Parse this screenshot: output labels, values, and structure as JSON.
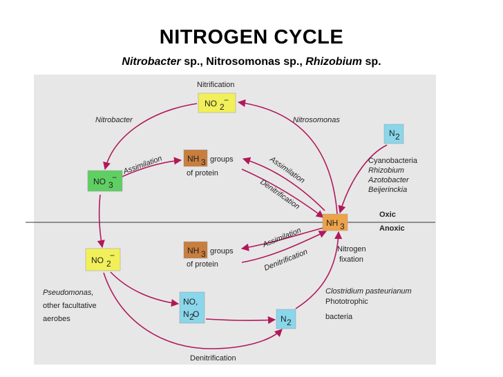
{
  "header": {
    "title": "NITROGEN CYCLE",
    "subtitle_part1": "Nitrobacter",
    "subtitle_part2": " sp., Nitrosomonas sp., ",
    "subtitle_part3": "Rhizobium",
    "subtitle_part4": " sp."
  },
  "diagram": {
    "labels": {
      "nitrification": "Nitrification",
      "nitrobacter": "Nitrobacter",
      "nitrosomonas": "Nitrosomonas",
      "assimilation_top": "Assimilation",
      "assimilation_right": "Assimilation",
      "denitrification_mid": "Denitrification",
      "groups_top": "groups",
      "of_protein_top": "of protein",
      "groups_bottom": "groups",
      "of_protein_bottom": "of protein",
      "oxic": "Oxic",
      "anoxic": "Anoxic",
      "cyanobacteria": "Cyanobacteria",
      "rhizobium": "Rhizobium",
      "azotobacter": "Azotobacter",
      "beijerinckia": "Beijerinckia",
      "nitrogen": "Nitrogen",
      "fixation": "fixation",
      "assimilation_lower": "Assimilation",
      "denitrification_lower": "Denitrification",
      "clostridium": "Clostridium pasteurianum",
      "phototrophic": "Phototrophic",
      "bacteria": "bacteria",
      "pseudomonas": "Pseudomonas,",
      "other_facultative": "other facultative",
      "aerobes": "aerobes",
      "denitrification_bottom": "Denitrification"
    },
    "boxes": {
      "no2_top": "NO",
      "no3": "NO",
      "nh3_top": "NH",
      "n2_right": "N",
      "nh3_center": "NH",
      "no2_left": "NO",
      "nh3_bottom": "NH",
      "no": "NO,",
      "n2o": "N",
      "n2_bottom": "N"
    },
    "colors": {
      "arrow": "#b0185a",
      "yellow_box": "#f2f05a",
      "green_box": "#5fcf63",
      "brown_box": "#c87e3e",
      "blue_box": "#8ad6ea",
      "orange_box": "#eea24a",
      "panel_bg": "#e7e7e7"
    }
  }
}
